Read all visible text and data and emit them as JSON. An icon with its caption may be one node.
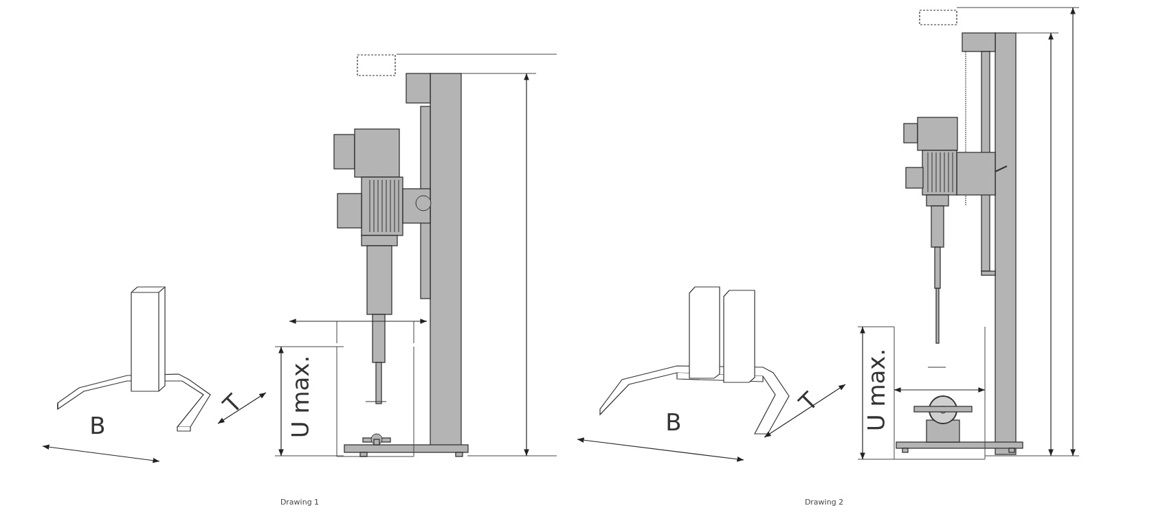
{
  "diagram": {
    "labels": [
      "B",
      "T",
      "U max.",
      "Drawing 1",
      "B",
      "T",
      "U max.",
      "Drawing 2"
    ]
  }
}
